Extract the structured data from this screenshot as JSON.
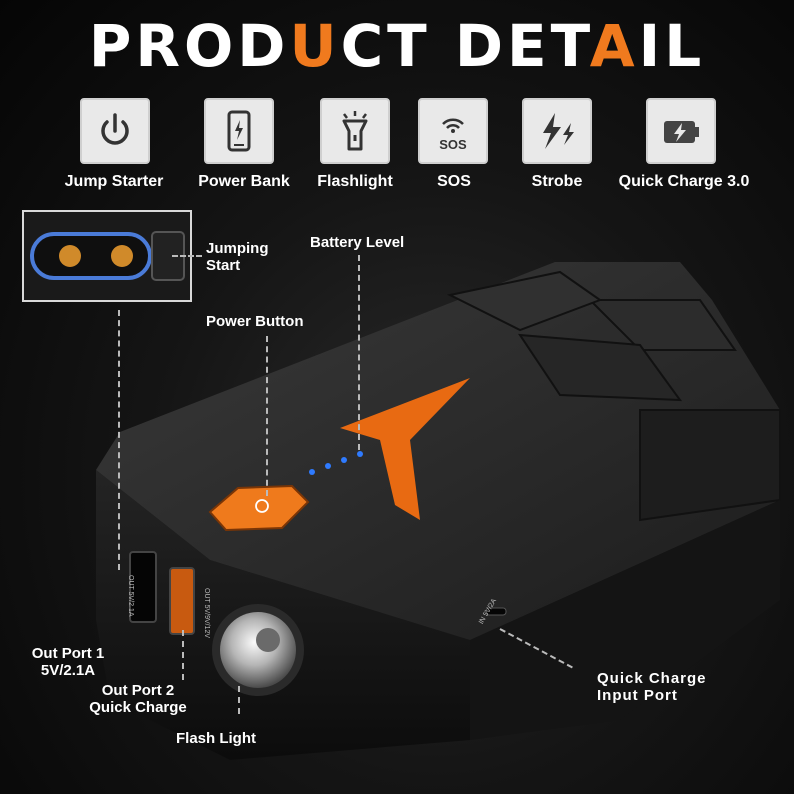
{
  "title": {
    "part1": "PROD",
    "accent1": "U",
    "part2": "CT DET",
    "accent2": "A",
    "part3": "IL"
  },
  "features": [
    {
      "label": "Jump Starter",
      "icon": "power-icon"
    },
    {
      "label": "Power Bank",
      "icon": "power-bank-icon"
    },
    {
      "label": "Flashlight",
      "icon": "flashlight-icon"
    },
    {
      "label": "SOS",
      "icon": "sos-icon"
    },
    {
      "label": "Strobe",
      "icon": "strobe-icon"
    },
    {
      "label": "Quick Charge 3.0",
      "icon": "battery-bolt-icon"
    }
  ],
  "callouts": {
    "jumping_start": "Jumping\nStart",
    "battery_level": "Battery Level",
    "power_button": "Power Button",
    "out_port_1_line1": "Out Port 1",
    "out_port_1_line2": "5V/2.1A",
    "out_port_2_line1": "Out Port 2",
    "out_port_2_line2": "Quick Charge",
    "flash_light": "Flash Light",
    "qc_input_line1": "Quick Charge",
    "qc_input_line2": "Input Port"
  },
  "device_text": {
    "port1_label": "OUT 5V/2.1A",
    "port2_label": "OUT 5V/9V/12V",
    "input_label": "IN 5V/2A"
  },
  "colors": {
    "accent": "#f07a1e",
    "led": "#2f7bff"
  }
}
